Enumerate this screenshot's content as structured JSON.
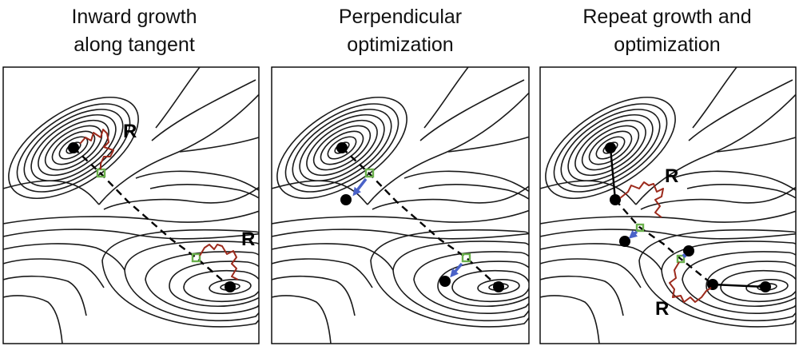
{
  "colors": {
    "contour": "#1a1a1a",
    "bead": "#000000",
    "image_point": "#6ab04c",
    "spring": "#9c2a1c",
    "arrow": "#4a62c8"
  },
  "panels": [
    {
      "title_line1": "Inward growth",
      "title_line2": "along tangent"
    },
    {
      "title_line1": "Perpendicular",
      "title_line2": "optimization"
    },
    {
      "title_line1": "Repeat growth and",
      "title_line2": "optimization"
    }
  ],
  "spring_labels": {
    "panel1_upper": "R",
    "panel1_lower": "R",
    "panel3_upper": "R",
    "panel3_lower": "R"
  }
}
